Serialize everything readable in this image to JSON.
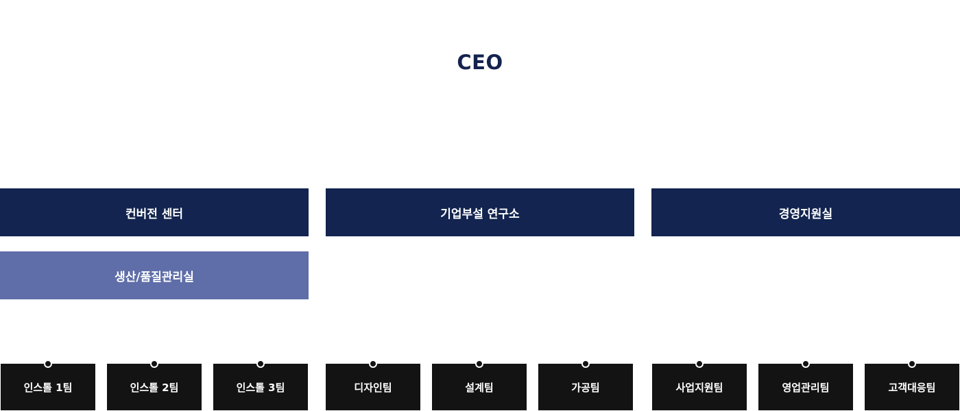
{
  "ceo": {
    "label": "CEO"
  },
  "departments": [
    {
      "label": "컨버전 센터"
    },
    {
      "label": "기업부설 연구소"
    },
    {
      "label": "경영지원실"
    }
  ],
  "sub_department": {
    "label": "생산/품질관리실"
  },
  "teams": [
    {
      "label": "인스톨 1팀"
    },
    {
      "label": "인스톨 2팀"
    },
    {
      "label": "인스톨 3팀"
    },
    {
      "label": "디자인팀"
    },
    {
      "label": "설계팀"
    },
    {
      "label": "가공팀"
    },
    {
      "label": "사업지원팀"
    },
    {
      "label": "영업관리팀"
    },
    {
      "label": "고객대응팀"
    }
  ],
  "colors": {
    "navy": "#12244f",
    "purple": "#5f6ea8",
    "team": "#131313"
  }
}
